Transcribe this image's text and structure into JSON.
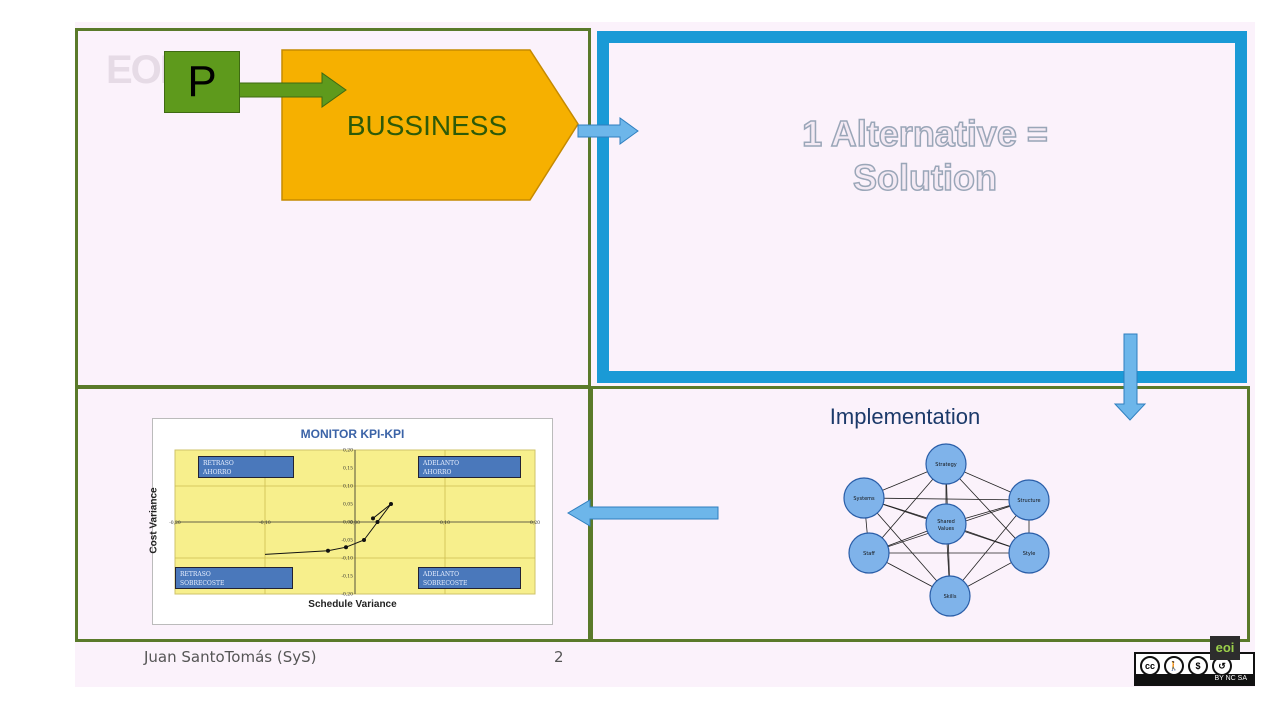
{
  "slide": {
    "p_label": "P",
    "logo_text": "EOI",
    "business_label": "BUSSINESS",
    "alternative_line1": "1 Alternative =",
    "alternative_line2": "Solution",
    "implementation_title": "Implementation"
  },
  "chart_data": {
    "type": "line",
    "title": "MONITOR KPI-KPI",
    "xlabel": "Schedule Variance",
    "ylabel": "Cost Variance",
    "x_ticks": [
      "-0,20",
      "-0,10",
      "0,00",
      "0,10",
      "0,20"
    ],
    "y_ticks": [
      "0,20",
      "0,15",
      "0,10",
      "0,05",
      "0,00",
      "-0,05",
      "-0,10",
      "-0,15",
      "-0,20"
    ],
    "xlim": [
      -0.2,
      0.2
    ],
    "ylim": [
      -0.2,
      0.2
    ],
    "quadrant_labels": [
      [
        "RETRASO",
        "AHORRO"
      ],
      [
        "ADELANTO",
        "AHORRO"
      ],
      [
        "RETRASO",
        "SOBRECOSTE"
      ],
      [
        "ADELANTO",
        "SOBRECOSTE"
      ]
    ],
    "series": [
      {
        "x": [
          -0.1,
          -0.03,
          -0.01,
          0.01,
          0.025,
          0.04,
          0.02
        ],
        "y": [
          -0.09,
          -0.08,
          -0.07,
          -0.05,
          0.0,
          0.05,
          0.01
        ]
      }
    ]
  },
  "diagram_7s": {
    "center": "Shared Values",
    "nodes": [
      "Strategy",
      "Structure",
      "Style",
      "Skills",
      "Staff",
      "Systems"
    ]
  },
  "footer": {
    "author": "Juan SantoTomás (SyS)",
    "page": "2"
  },
  "license": {
    "badge_text": "BY  NC  SA",
    "cc": "cc",
    "eoi": "eoi"
  },
  "colors": {
    "frame": "#5a7a2a",
    "highlight_border": "#1a9ad6",
    "business_box": "#f6b000",
    "p_box": "#5e9a1c",
    "arrow_blue": "#6db6ea",
    "arrow_green": "#5e9a1c",
    "node_blue": "#7fb3ea"
  }
}
